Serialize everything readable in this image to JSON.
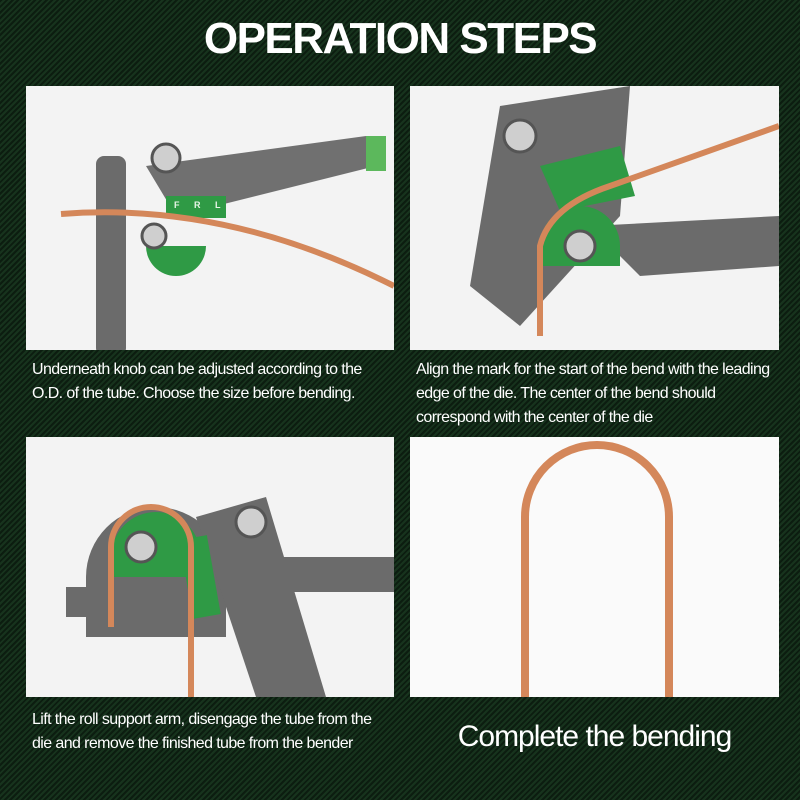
{
  "title": "OPERATION STEPS",
  "steps": [
    {
      "caption": "Underneath knob can be adjusted according to the O.D. of the tube. Choose the size before bending."
    },
    {
      "caption": "Align the mark for the start of the bend with the leading edge of the die. The center of the bend should correspond with the center of the die"
    },
    {
      "caption": "Lift the roll support arm, disengage the tube from the die and remove the finished tube from the bender"
    },
    {
      "caption": "Complete the bending"
    }
  ],
  "die_marks": "F R L",
  "colors": {
    "background": "#0f2414",
    "tool": "#6b6b6b",
    "scale": "#2f9a45",
    "tube": "#d4875a"
  }
}
